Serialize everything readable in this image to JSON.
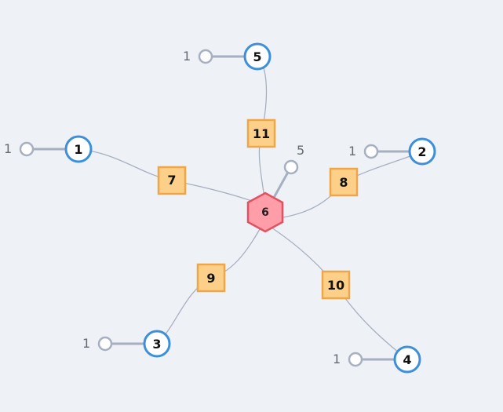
{
  "graph": {
    "variable_nodes": [
      {
        "id": "1",
        "label": "1",
        "stub_label": "1"
      },
      {
        "id": "2",
        "label": "2",
        "stub_label": "1"
      },
      {
        "id": "3",
        "label": "3",
        "stub_label": "1"
      },
      {
        "id": "4",
        "label": "4",
        "stub_label": "1"
      },
      {
        "id": "5",
        "label": "5",
        "stub_label": "1"
      }
    ],
    "factor_nodes": [
      {
        "id": "7",
        "label": "7"
      },
      {
        "id": "8",
        "label": "8"
      },
      {
        "id": "9",
        "label": "9"
      },
      {
        "id": "10",
        "label": "10"
      },
      {
        "id": "11",
        "label": "11"
      }
    ],
    "hub_node": {
      "id": "6",
      "label": "6",
      "stub_label": "5"
    },
    "edges": [
      [
        "1",
        "7"
      ],
      [
        "7",
        "6"
      ],
      [
        "2",
        "8"
      ],
      [
        "8",
        "6"
      ],
      [
        "3",
        "9"
      ],
      [
        "9",
        "6"
      ],
      [
        "4",
        "10"
      ],
      [
        "10",
        "6"
      ],
      [
        "5",
        "11"
      ],
      [
        "11",
        "6"
      ]
    ],
    "colors": {
      "background": "#eef2f6",
      "variable_stroke": "#3d8fd9",
      "factor_fill": "#fdd08a",
      "factor_stroke": "#f0a646",
      "hub_fill": "#ff9ea8",
      "hub_stroke": "#e35060",
      "edge": "#a7b0c0"
    }
  }
}
